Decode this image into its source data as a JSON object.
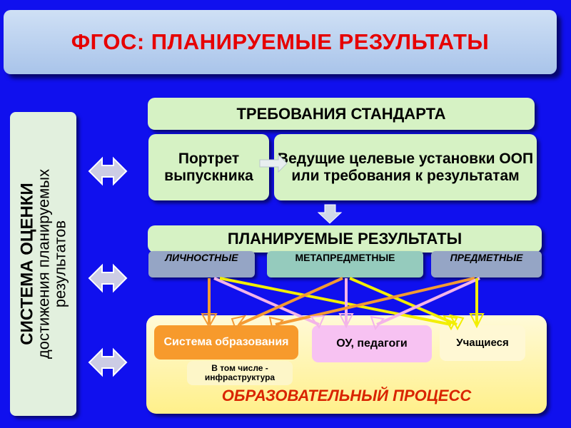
{
  "title": "ФГОС: ПЛАНИРУЕМЫЕ РЕЗУЛЬТАТЫ",
  "side": {
    "line1": "СИСТЕМА ОЦЕНКИ",
    "line2": "достижения планируемых",
    "line3": "результатов"
  },
  "requirements": "ТРЕБОВАНИЯ СТАНДАРТА",
  "portrait": "Портрет выпускника",
  "goals": "Ведущие целевые установки ООП или требования к результатам",
  "planned": "ПЛАНИРУЕМЫЕ РЕЗУЛЬТАТЫ",
  "results": {
    "personal": "ЛИЧНОСТНЫЕ",
    "metasubject": "МЕТАПРЕДМЕТНЫЕ",
    "subject": "ПРЕДМЕТНЫЕ"
  },
  "process": {
    "label": "ОБРАЗОВАТЕЛЬНЫЙ ПРОЦЕСС",
    "system": "Система образования",
    "infrastructure": "В том числе - инфраструктура",
    "school": "ОУ, педагоги",
    "students": "Учащиеся"
  },
  "colors": {
    "background": "#1010ee",
    "title": "#e60000",
    "arrow_orange": "#f39a33",
    "arrow_pink": "#f3b4e8",
    "arrow_yellow": "#f2ee00"
  }
}
